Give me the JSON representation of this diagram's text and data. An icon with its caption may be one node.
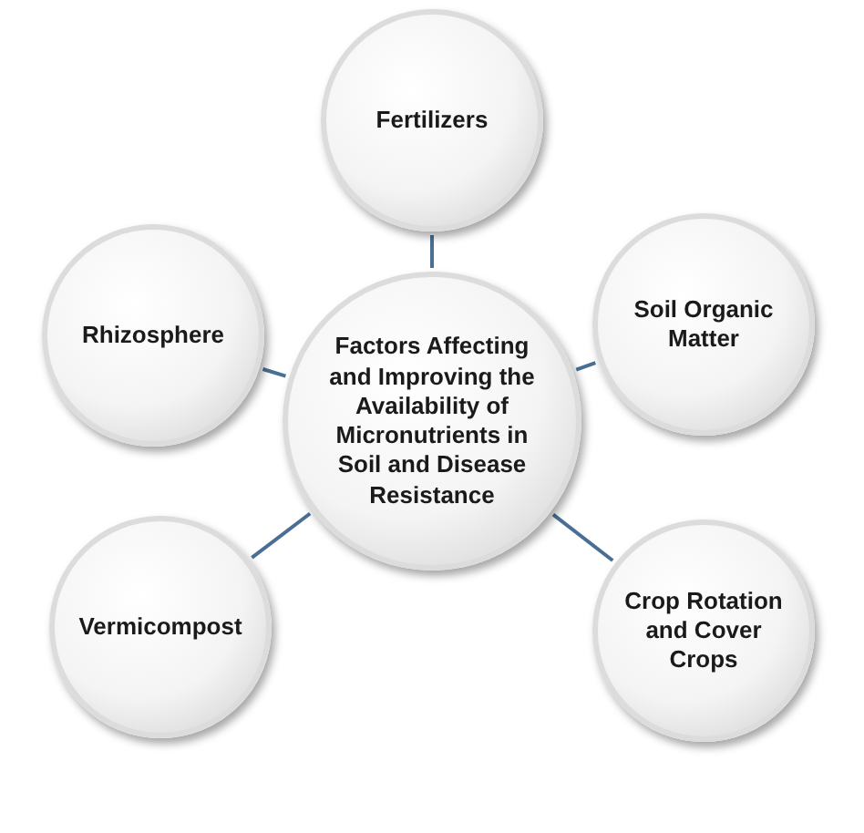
{
  "diagram": {
    "nodes": [
      {
        "text": [
          "Factors Affecting and Improving the Availability of Micronutrients in Soil and Disease Resistance"
        ]
      },
      {
        "text": [
          "Fertilizers"
        ]
      },
      {
        "text": [
          "Soil Organic Matter"
        ]
      },
      {
        "text": [
          "Crop Rotation and Cover Crops"
        ]
      },
      {
        "text": [
          "Vermicompost"
        ]
      },
      {
        "text": [
          "Rhizosphere"
        ]
      }
    ],
    "edges": [
      {
        "from": 0,
        "to": 1,
        "arrow": "none"
      },
      {
        "from": 0,
        "to": 2,
        "arrow": "none"
      },
      {
        "from": 0,
        "to": 3,
        "arrow": "none"
      },
      {
        "from": 0,
        "to": 4,
        "arrow": "none"
      },
      {
        "from": 0,
        "to": 5,
        "arrow": "none"
      }
    ]
  }
}
